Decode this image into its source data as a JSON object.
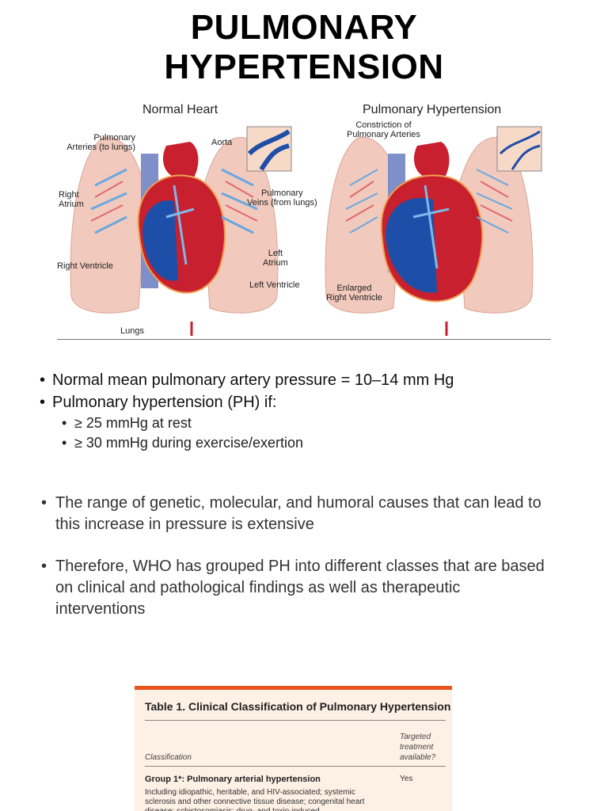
{
  "title": {
    "line1": "PULMONARY",
    "line2": "HYPERTENSION"
  },
  "figure": {
    "left_title": "Normal Heart",
    "right_title": "Pulmonary Hypertension",
    "labels": {
      "pulmonary_arteries": "Pulmonary\nArteries (to lungs)",
      "aorta": "Aorta",
      "right_atrium": "Right\nAtrium",
      "pulmonary_veins": "Pulmonary\nVeins (from lungs)",
      "left_atrium": "Left\nAtrium",
      "right_ventricle": "Right Ventricle",
      "left_ventricle": "Left Ventricle",
      "lungs": "Lungs",
      "constriction": "Constriction of\nPulmonary Arteries",
      "enlarged_rv": "Enlarged\nRight Ventricle"
    }
  },
  "bullets_primary": [
    "Normal mean pulmonary artery pressure = 10–14 mm Hg",
    "Pulmonary hypertension (PH) if:"
  ],
  "bullets_secondary": [
    "≥ 25 mmHg at rest",
    "≥ 30 mmHg during exercise/exertion"
  ],
  "paragraphs": [
    "The range of genetic, molecular, and humoral causes that can lead to this increase in pressure is extensive",
    "Therefore, WHO has grouped PH into different classes that are based on clinical and pathological findings as well as therapeutic interventions"
  ],
  "table": {
    "title": "Table 1. Clinical Classification of Pulmonary Hypertension",
    "col_classification": "Classification",
    "col_targeted": "Targeted\ntreatment\navailable?",
    "group1_label": "Group 1*: Pulmonary arterial hypertension",
    "group1_value": "Yes",
    "group1_desc": "Including idiopathic, heritable, and HIV-associated; systemic sclerosis and other connective tissue disease; congenital heart disease; schistosomiasis; drug- and toxin-induced"
  },
  "colors": {
    "accent_orange": "#e8541e",
    "table_bg": "#fdf0e4",
    "lung_pink": "#f2c9bd",
    "vessel_blue": "#1d4fa8",
    "vessel_red": "#c8202e"
  }
}
